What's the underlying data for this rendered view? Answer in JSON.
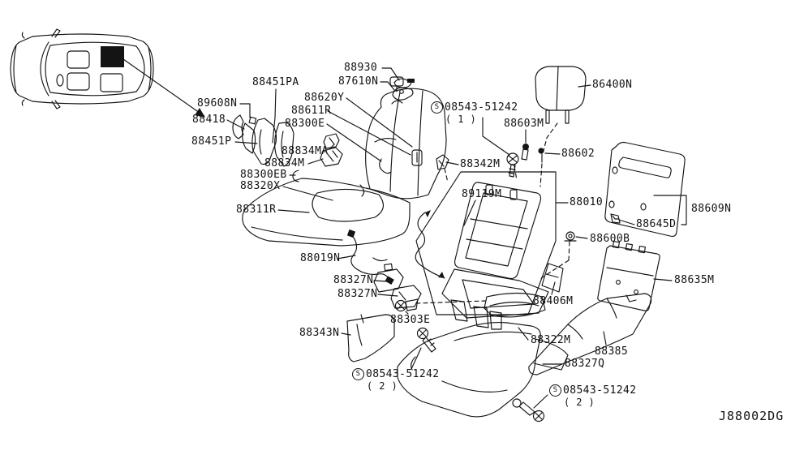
{
  "diagram": {
    "code": "J88002DG",
    "description": "Rear seat assembly exploded parts diagram",
    "line_color": "#141414",
    "background_color": "#ffffff",
    "vehicle_inset": {
      "name": "vehicle top view",
      "highlight": "second row seat location (filled black)"
    }
  },
  "labels": [
    {
      "text": "88930"
    },
    {
      "text": "87610N"
    },
    {
      "text": "88451PA"
    },
    {
      "text": "89608N"
    },
    {
      "text": "88620Y"
    },
    {
      "text": "88418"
    },
    {
      "text": "88611R"
    },
    {
      "text": "88300E"
    },
    {
      "text": "88451P"
    },
    {
      "text": "88834MA"
    },
    {
      "text": "88834M"
    },
    {
      "text": "88300EB"
    },
    {
      "text": "88320X"
    },
    {
      "text": "88311R"
    },
    {
      "text": "88019N"
    },
    {
      "text": "88327N"
    },
    {
      "text": "88327N"
    },
    {
      "text": "88303E"
    },
    {
      "text": "88343N"
    },
    {
      "prefix": "S",
      "text": "08543-51242",
      "qty": "( 1 )"
    },
    {
      "text": "88342M"
    },
    {
      "text": "88603M"
    },
    {
      "text": "88602"
    },
    {
      "text": "86400N"
    },
    {
      "text": "88010"
    },
    {
      "text": "89119M"
    },
    {
      "text": "88609N"
    },
    {
      "text": "88645D"
    },
    {
      "text": "88600B"
    },
    {
      "text": "88635M"
    },
    {
      "text": "88406M"
    },
    {
      "prefix": "S",
      "text": "08543-51242",
      "qty": "( 2 )"
    },
    {
      "text": "88322M"
    },
    {
      "text": "88385"
    },
    {
      "text": "88327Q"
    },
    {
      "prefix": "S",
      "text": "08543-51242",
      "qty": "( 2 )"
    }
  ]
}
